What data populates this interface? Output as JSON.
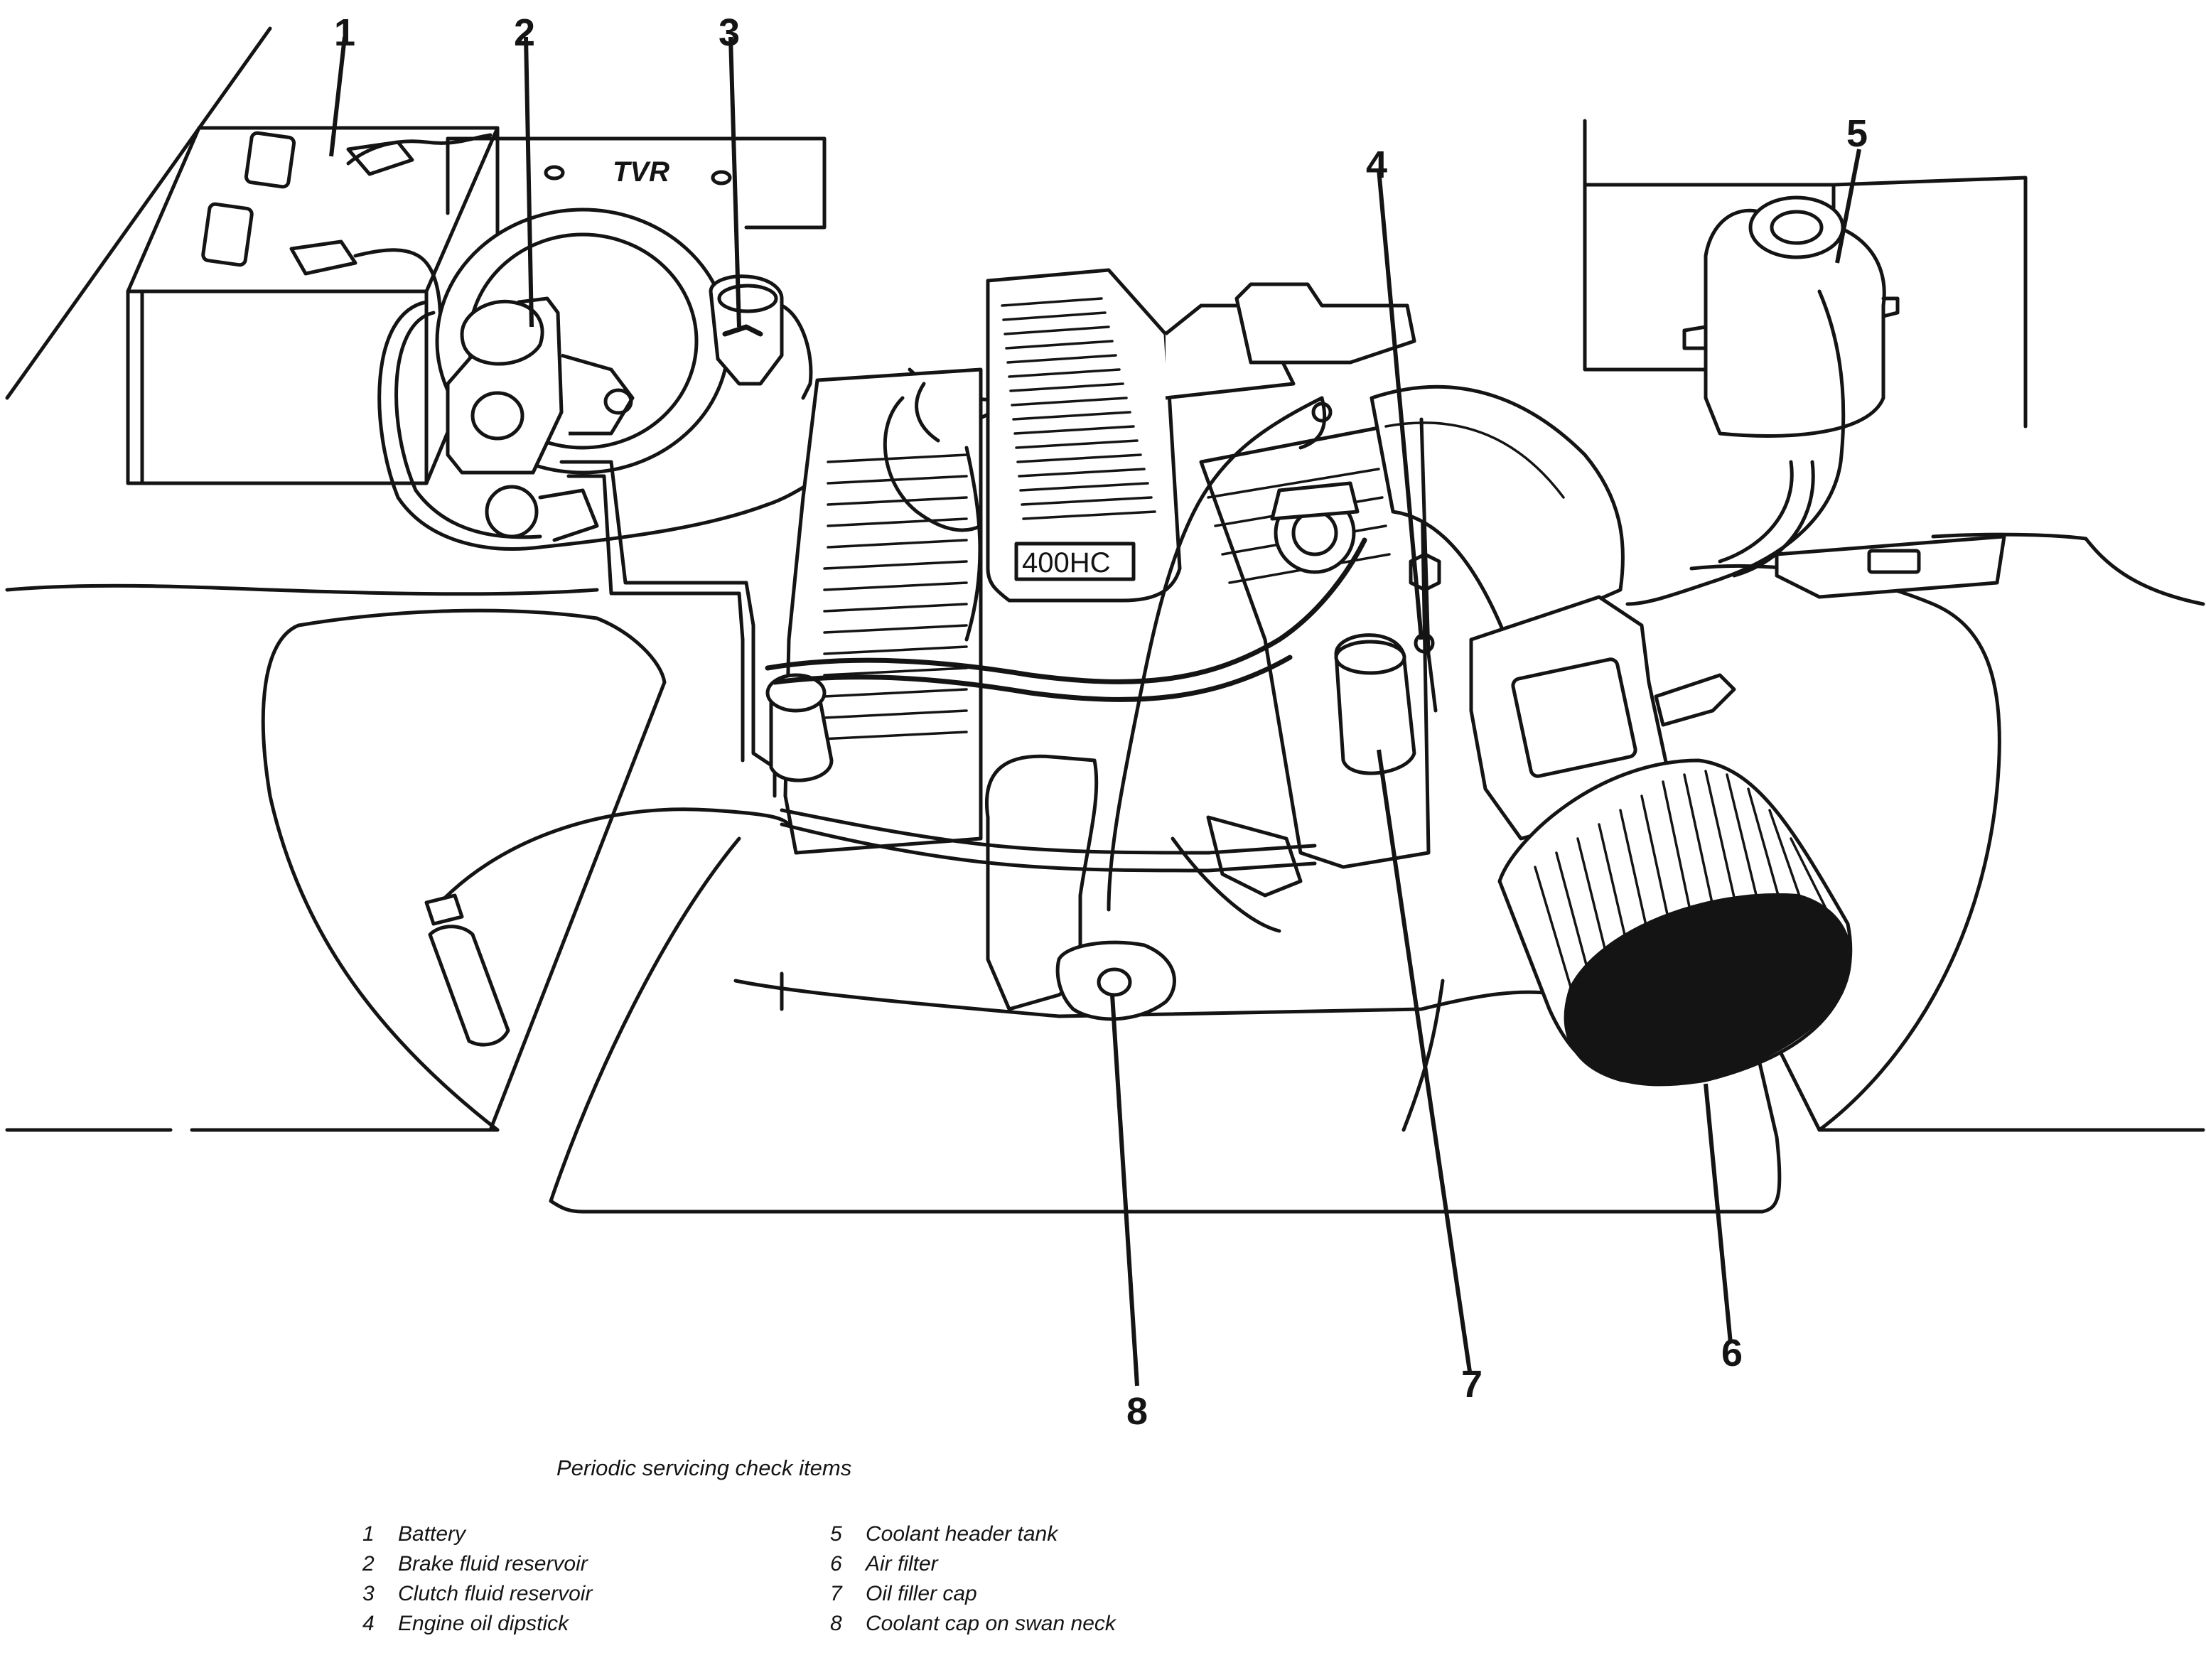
{
  "diagram": {
    "caption": "Periodic servicing check items",
    "stamp_text": "400HC",
    "logo_text": "TVR",
    "callouts": [
      "1",
      "2",
      "3",
      "4",
      "5",
      "6",
      "7",
      "8"
    ]
  },
  "legend": {
    "left": [
      {
        "num": "1",
        "label": "Battery"
      },
      {
        "num": "2",
        "label": "Brake fluid reservoir"
      },
      {
        "num": "3",
        "label": "Clutch fluid reservoir"
      },
      {
        "num": "4",
        "label": "Engine oil dipstick"
      }
    ],
    "right": [
      {
        "num": "5",
        "label": "Coolant header tank"
      },
      {
        "num": "6",
        "label": "Air filter"
      },
      {
        "num": "7",
        "label": "Oil filler cap"
      },
      {
        "num": "8",
        "label": "Coolant cap on swan neck"
      }
    ]
  }
}
